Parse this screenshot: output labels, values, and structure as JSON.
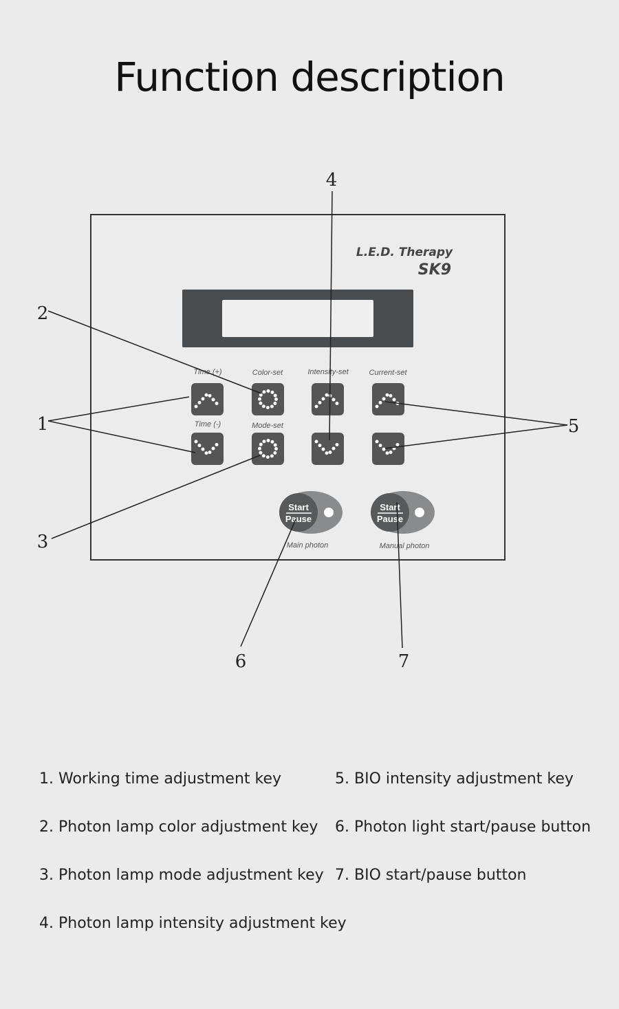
{
  "title": "Function description",
  "device": {
    "brand": "L.E.D. Therapy",
    "model": "SK9",
    "key_labels": {
      "time_plus": "Time (+)",
      "time_minus": "Time (-)",
      "color_set": "Color-set",
      "mode_set": "Mode-set",
      "intensity_set": "Intensity-set",
      "current_set": "Current-set"
    },
    "start_label": "Start",
    "pause_label": "Pause",
    "main_photon": "Main photon",
    "manual_photon": "Manual photon"
  },
  "callouts": [
    "1",
    "2",
    "3",
    "4",
    "5",
    "6",
    "7"
  ],
  "legend": [
    "1. Working time adjustment key",
    "2. Photon lamp color adjustment key",
    "3. Photon lamp mode adjustment key",
    "4. Photon lamp intensity adjustment key",
    "5. BIO intensity adjustment key",
    "6. Photon light start/pause button",
    "7. BIO start/pause button"
  ]
}
